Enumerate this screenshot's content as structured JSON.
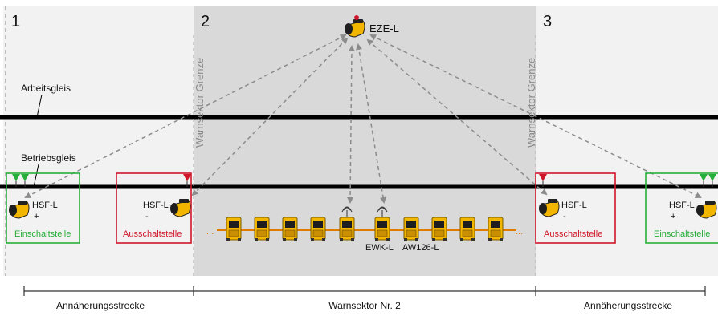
{
  "zones": [
    {
      "number": "1",
      "fill": "#f2f2f2"
    },
    {
      "number": "2",
      "fill": "#d9d9d9"
    },
    {
      "number": "3",
      "fill": "#f2f2f2"
    }
  ],
  "tracks": {
    "work_track": "Arbeitsgleis",
    "operating_track": "Betriebsgleis"
  },
  "boundary_label": "Warnsektor Grenze",
  "central_unit": {
    "label": "EZE-L",
    "icon": "warning-horn-icon"
  },
  "devices": {
    "horn_left_in": {
      "label": "HSF-L",
      "sign": "+",
      "station": "Einschaltstelle"
    },
    "horn_left_out": {
      "label": "HSF-L",
      "sign": "-",
      "station": "Ausschaltstelle"
    },
    "horn_right_out": {
      "label": "HSF-L",
      "sign": "-",
      "station": "Ausschaltstelle"
    },
    "horn_right_in": {
      "label": "HSF-L",
      "sign": "+",
      "station": "Einschaltstelle"
    }
  },
  "warning_chain": {
    "left_ellipsis": "...",
    "right_ellipsis": "...",
    "ewk_label": "EWK-L",
    "aw_label": "AW126-L",
    "unit_icon": "warning-unit-icon",
    "antenna_icon": "antenna-icon"
  },
  "scale": {
    "left": "Annäherungsstrecke",
    "middle": "Warnsektor Nr. 2",
    "right": "Annäherungsstrecke"
  },
  "colors": {
    "green": "#27ae3a",
    "red": "#d0162a",
    "cable": "#e07b00",
    "device_yellow": "#f2b600",
    "track": "#000000",
    "arrow": "#8c8c8c"
  }
}
